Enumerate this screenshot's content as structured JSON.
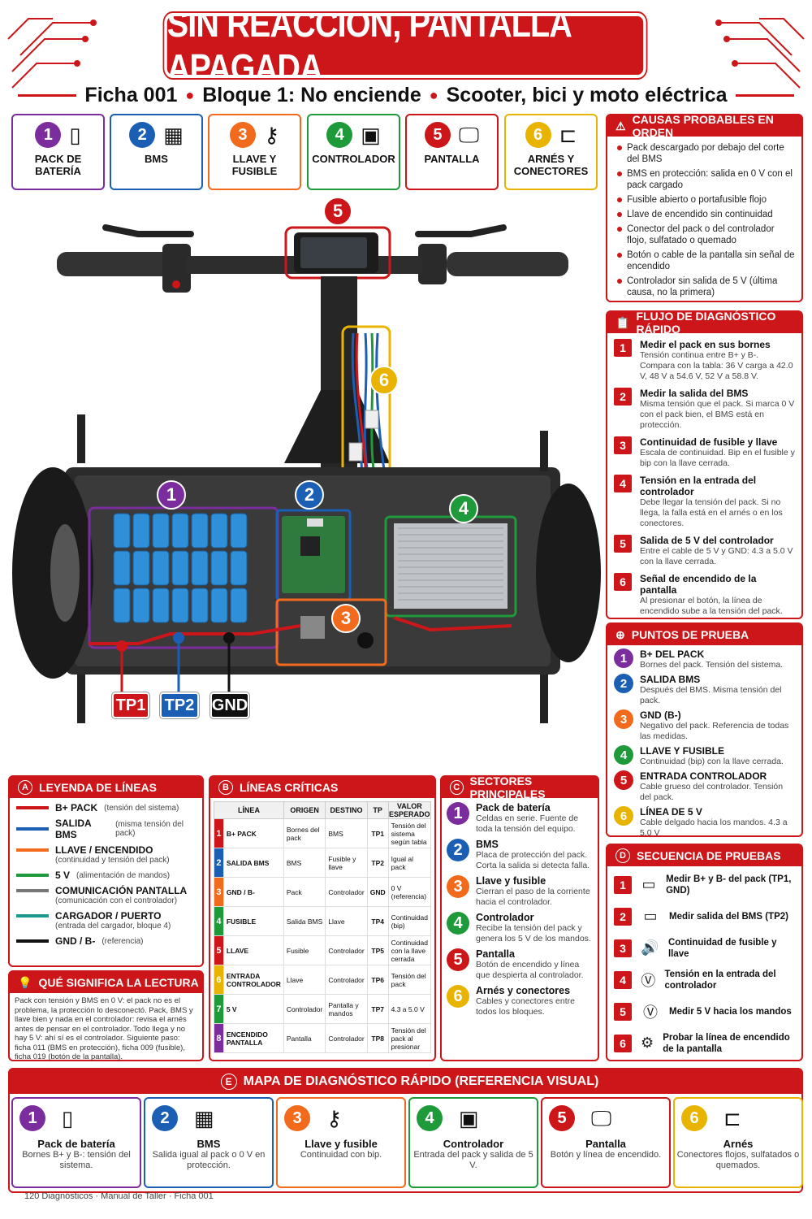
{
  "header": {
    "title": "SIN REACCIÓN, PANTALLA APAGADA",
    "subtitle_parts": [
      "Ficha 001",
      "Bloque 1: No enciende",
      "Scooter, bici y moto eléctrica"
    ]
  },
  "colors": {
    "red": "#cc1619",
    "purple": "#7b2d9e",
    "blue": "#1b5fb5",
    "orange": "#f26a1b",
    "green": "#1f9a3a",
    "yellow": "#e8b400"
  },
  "components": [
    {
      "num": "1",
      "label": "PACK DE BATERÍA",
      "icon": "battery-icon",
      "color": "#7b2d9e"
    },
    {
      "num": "2",
      "label": "BMS",
      "icon": "chip-icon",
      "color": "#1b5fb5"
    },
    {
      "num": "3",
      "label": "LLAVE Y FUSIBLE",
      "icon": "key-icon",
      "color": "#f26a1b"
    },
    {
      "num": "4",
      "label": "CONTROLADOR",
      "icon": "controller-icon",
      "color": "#1f9a3a"
    },
    {
      "num": "5",
      "label": "PANTALLA",
      "icon": "monitor-icon",
      "color": "#cc1619"
    },
    {
      "num": "6",
      "label": "ARNÉS Y CONECTORES",
      "icon": "connector-icon",
      "color": "#e8b400"
    }
  ],
  "causes": {
    "title": "CAUSAS PROBABLES EN ORDEN",
    "items": [
      "Pack descargado por debajo del corte del BMS",
      "BMS en protección: salida en 0 V con el pack cargado",
      "Fusible abierto o portafusible flojo",
      "Llave de encendido sin continuidad",
      "Conector del pack o del controlador flojo, sulfatado o quemado",
      "Botón o cable de la pantalla sin señal de encendido",
      "Controlador sin salida de 5 V (última causa, no la primera)"
    ]
  },
  "flow": {
    "title": "FLUJO DE DIAGNÓSTICO RÁPIDO",
    "steps": [
      {
        "n": "1",
        "t": "Medir el pack en sus bornes",
        "d": "Tensión continua entre B+ y B-. Compara con la tabla: 36 V carga a 42.0 V, 48 V a 54.6 V, 52 V a 58.8 V."
      },
      {
        "n": "2",
        "t": "Medir la salida del BMS",
        "d": "Misma tensión que el pack. Si marca 0 V con el pack bien, el BMS está en protección."
      },
      {
        "n": "3",
        "t": "Continuidad de fusible y llave",
        "d": "Escala de continuidad. Bip en el fusible y bip con la llave cerrada."
      },
      {
        "n": "4",
        "t": "Tensión en la entrada del controlador",
        "d": "Debe llegar la tensión del pack. Si no llega, la falla está en el arnés o en los conectores."
      },
      {
        "n": "5",
        "t": "Salida de 5 V del controlador",
        "d": "Entre el cable de 5 V y GND: 4.3 a 5.0 V con la llave cerrada."
      },
      {
        "n": "6",
        "t": "Señal de encendido de la pantalla",
        "d": "Al presionar el botón, la línea de encendido sube a la tensión del pack."
      }
    ]
  },
  "test_points": {
    "title": "PUNTOS DE PRUEBA",
    "items": [
      {
        "n": "1",
        "t": "B+ DEL PACK",
        "d": "Bornes del pack. Tensión del sistema.",
        "color": "#7b2d9e"
      },
      {
        "n": "2",
        "t": "SALIDA BMS",
        "d": "Después del BMS. Misma tensión del pack.",
        "color": "#1b5fb5"
      },
      {
        "n": "3",
        "t": "GND (B-)",
        "d": "Negativo del pack. Referencia de todas las medidas.",
        "color": "#f26a1b"
      },
      {
        "n": "4",
        "t": "LLAVE Y FUSIBLE",
        "d": "Continuidad (bip) con la llave cerrada.",
        "color": "#1f9a3a"
      },
      {
        "n": "5",
        "t": "ENTRADA CONTROLADOR",
        "d": "Cable grueso del controlador. Tensión del pack.",
        "color": "#cc1619"
      },
      {
        "n": "6",
        "t": "LÍNEA DE 5 V",
        "d": "Cable delgado hacia los mandos. 4.3 a 5.0 V",
        "color": "#e8b400"
      }
    ]
  },
  "diagram": {
    "callouts": [
      "1",
      "2",
      "3",
      "4",
      "5",
      "6"
    ],
    "tags": [
      "TP1",
      "TP2",
      "GND"
    ]
  },
  "legend": {
    "letter": "A",
    "title": "LEYENDA DE LÍNEAS",
    "items": [
      {
        "name": "B+ PACK",
        "sub": "(tensión del sistema)",
        "sub2": "",
        "color": "#cc1619"
      },
      {
        "name": "SALIDA BMS",
        "sub": "(misma tensión del pack)",
        "sub2": "",
        "color": "#1b5fb5"
      },
      {
        "name": "LLAVE / ENCENDIDO",
        "sub": "",
        "sub2": "(continuidad y tensión del pack)",
        "color": "#f26a1b"
      },
      {
        "name": "5 V",
        "sub": "(alimentación de mandos)",
        "sub2": "",
        "color": "#1f9a3a"
      },
      {
        "name": "COMUNICACIÓN PANTALLA",
        "sub": "",
        "sub2": "(comunicación con el controlador)",
        "color": "#777777"
      },
      {
        "name": "CARGADOR / PUERTO",
        "sub": "",
        "sub2": "(entrada del cargador, bloque 4)",
        "color": "#1a9a8e"
      },
      {
        "name": "GND / B-",
        "sub": "(referencia)",
        "sub2": "",
        "color": "#111111"
      }
    ]
  },
  "reading": {
    "title": "QUÉ SIGNIFICA LA LECTURA",
    "text": "Pack con tensión y BMS en 0 V: el pack no es el problema, la protección lo desconectó. Pack, BMS y llave bien y nada en el controlador: revisa el arnés antes de pensar en el controlador. Todo llega y no hay 5 V: ahí sí es el controlador. Siguiente paso: ficha 011 (BMS en protección), ficha 009 (fusible), ficha 019 (botón de la pantalla)."
  },
  "critical": {
    "letter": "B",
    "title": "LÍNEAS CRÍTICAS",
    "headers": [
      "LÍNEA",
      "ORIGEN",
      "DESTINO",
      "TP",
      "VALOR ESPERADO"
    ],
    "rows": [
      {
        "n": "1",
        "color": "#cc1619",
        "linea": "B+ PACK",
        "origen": "Bornes del pack",
        "destino": "BMS",
        "tp": "TP1",
        "valor": "Tensión del sistema según tabla"
      },
      {
        "n": "2",
        "color": "#1b5fb5",
        "linea": "SALIDA BMS",
        "origen": "BMS",
        "destino": "Fusible y llave",
        "tp": "TP2",
        "valor": "Igual al pack"
      },
      {
        "n": "3",
        "color": "#f26a1b",
        "linea": "GND / B-",
        "origen": "Pack",
        "destino": "Controlador",
        "tp": "GND",
        "valor": "0 V (referencia)"
      },
      {
        "n": "4",
        "color": "#1f9a3a",
        "linea": "FUSIBLE",
        "origen": "Salida BMS",
        "destino": "Llave",
        "tp": "TP4",
        "valor": "Continuidad (bip)"
      },
      {
        "n": "5",
        "color": "#cc1619",
        "linea": "LLAVE",
        "origen": "Fusible",
        "destino": "Controlador",
        "tp": "TP5",
        "valor": "Continuidad con la llave cerrada"
      },
      {
        "n": "6",
        "color": "#e8b400",
        "linea": "ENTRADA CONTROLADOR",
        "origen": "Llave",
        "destino": "Controlador",
        "tp": "TP6",
        "valor": "Tensión del pack"
      },
      {
        "n": "7",
        "color": "#1f9a3a",
        "linea": "5 V",
        "origen": "Controlador",
        "destino": "Pantalla y mandos",
        "tp": "TP7",
        "valor": "4.3 a 5.0 V"
      },
      {
        "n": "8",
        "color": "#7b2d9e",
        "linea": "ENCENDIDO PANTALLA",
        "origen": "Pantalla",
        "destino": "Controlador",
        "tp": "TP8",
        "valor": "Tensión del pack al presionar"
      }
    ]
  },
  "sectors": {
    "letter": "C",
    "title": "SECTORES PRINCIPALES",
    "items": [
      {
        "n": "1",
        "t": "Pack de batería",
        "d": "Celdas en serie. Fuente de toda la tensión del equipo.",
        "color": "#7b2d9e"
      },
      {
        "n": "2",
        "t": "BMS",
        "d": "Placa de protección del pack. Corta la salida si detecta falla.",
        "color": "#1b5fb5"
      },
      {
        "n": "3",
        "t": "Llave y fusible",
        "d": "Cierran el paso de la corriente hacia el controlador.",
        "color": "#f26a1b"
      },
      {
        "n": "4",
        "t": "Controlador",
        "d": "Recibe la tensión del pack y genera los 5 V de los mandos.",
        "color": "#1f9a3a"
      },
      {
        "n": "5",
        "t": "Pantalla",
        "d": "Botón de encendido y línea que despierta al controlador.",
        "color": "#cc1619"
      },
      {
        "n": "6",
        "t": "Arnés y conectores",
        "d": "Cables y conectores entre todos los bloques.",
        "color": "#e8b400"
      }
    ]
  },
  "sequence": {
    "letter": "D",
    "title": "SECUENCIA DE PRUEBAS",
    "items": [
      {
        "n": "1",
        "t": "Medir B+ y B- del pack (TP1, GND)",
        "icon": "multimeter-icon"
      },
      {
        "n": "2",
        "t": "Medir salida del BMS (TP2)",
        "icon": "multimeter-icon"
      },
      {
        "n": "3",
        "t": "Continuidad de fusible y llave",
        "icon": "speaker-icon"
      },
      {
        "n": "4",
        "t": "Tensión en la entrada del controlador",
        "icon": "voltage-probe-icon"
      },
      {
        "n": "5",
        "t": "Medir 5 V hacia los mandos",
        "icon": "voltage-probe-icon"
      },
      {
        "n": "6",
        "t": "Probar la línea de encendido de la pantalla",
        "icon": "gear-icon"
      }
    ]
  },
  "map": {
    "letter": "E",
    "title": "MAPA DE DIAGNÓSTICO RÁPIDO (REFERENCIA VISUAL)",
    "cards": [
      {
        "n": "1",
        "t": "Pack de batería",
        "d": "Bornes B+ y B-: tensión del sistema.",
        "color": "#7b2d9e",
        "icon": "battery-icon"
      },
      {
        "n": "2",
        "t": "BMS",
        "d": "Salida igual al pack o 0 V en protección.",
        "color": "#1b5fb5",
        "icon": "chip-icon"
      },
      {
        "n": "3",
        "t": "Llave y fusible",
        "d": "Continuidad con bip.",
        "color": "#f26a1b",
        "icon": "key-icon"
      },
      {
        "n": "4",
        "t": "Controlador",
        "d": "Entrada del pack y salida de 5 V.",
        "color": "#1f9a3a",
        "icon": "controller-icon"
      },
      {
        "n": "5",
        "t": "Pantalla",
        "d": "Botón y línea de encendido.",
        "color": "#cc1619",
        "icon": "monitor-icon"
      },
      {
        "n": "6",
        "t": "Arnés",
        "d": "Conectores flojos, sulfatados o quemados.",
        "color": "#e8b400",
        "icon": "connector-icon"
      }
    ]
  },
  "footer": "120 Diagnósticos · Manual de Taller · Ficha 001"
}
